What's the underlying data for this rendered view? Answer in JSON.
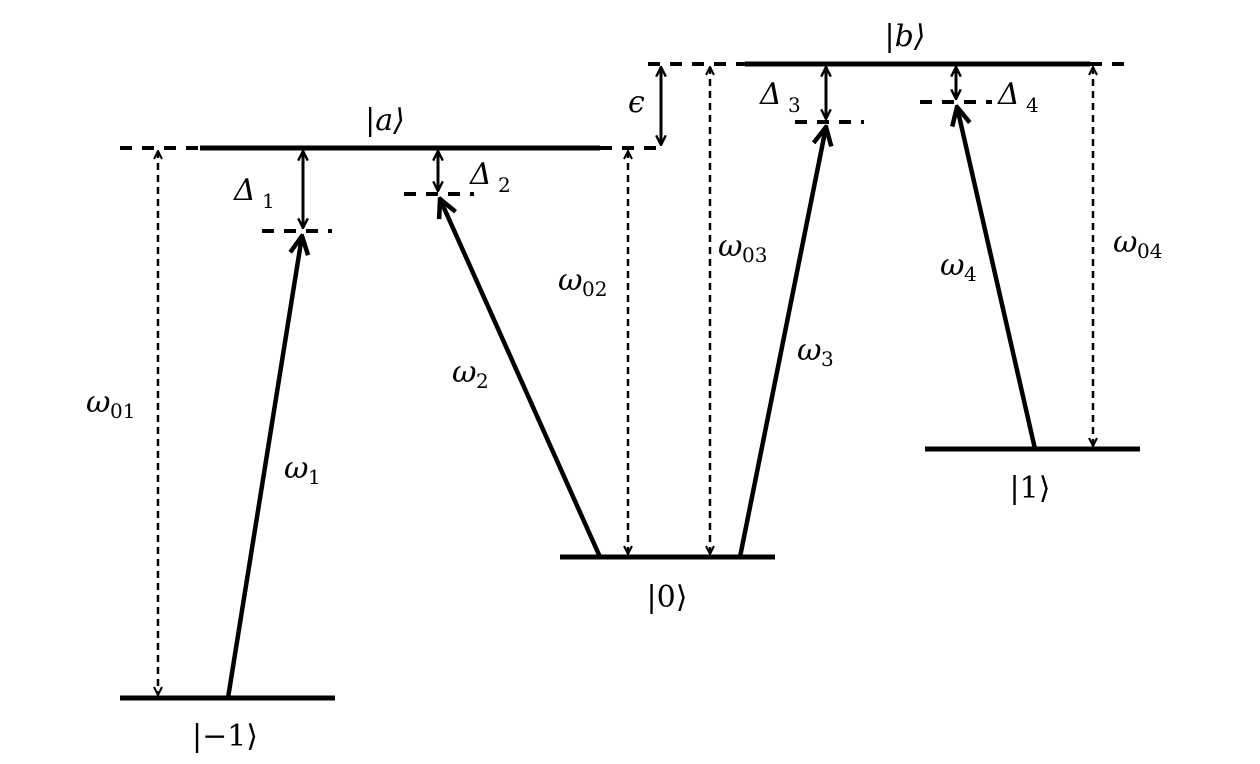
{
  "levels": {
    "a": "|a⟩",
    "b": "|b⟩",
    "m1": "|−1⟩",
    "zero": "|0⟩",
    "one": "|1⟩"
  },
  "detunings": {
    "d1": {
      "symbol": "Δ",
      "sub": "1"
    },
    "d2": {
      "symbol": "Δ",
      "sub": "2"
    },
    "d3": {
      "symbol": "Δ",
      "sub": "3"
    },
    "d4": {
      "symbol": "Δ",
      "sub": "4"
    },
    "eps": "ϵ"
  },
  "transitions": {
    "w01": {
      "symbol": "ω",
      "sub": "01"
    },
    "w02": {
      "symbol": "ω",
      "sub": "02"
    },
    "w03": {
      "symbol": "ω",
      "sub": "03"
    },
    "w04": {
      "symbol": "ω",
      "sub": "04"
    },
    "w1": {
      "symbol": "ω",
      "sub": "1"
    },
    "w2": {
      "symbol": "ω",
      "sub": "2"
    },
    "w3": {
      "symbol": "ω",
      "sub": "3"
    },
    "w4": {
      "symbol": "ω",
      "sub": "4"
    }
  }
}
